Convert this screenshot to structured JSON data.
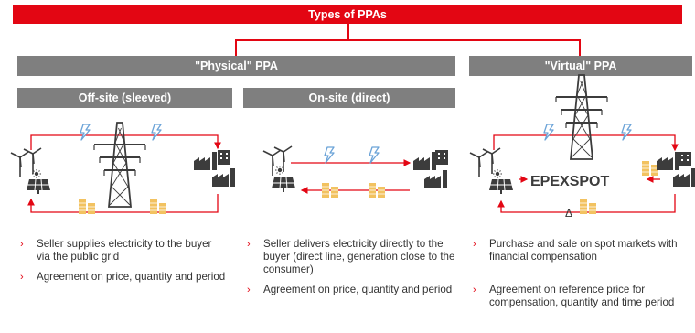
{
  "title": "Types of PPAs",
  "physical": {
    "title": "\"Physical\" PPA",
    "offsite": {
      "title": "Off-site (sleeved)",
      "bullets": [
        "Seller supplies electricity to the buyer via the public grid",
        "Agreement on price, quantity and period"
      ]
    },
    "onsite": {
      "title": "On-site (direct)",
      "bullets": [
        "Seller delivers electricity directly to the buyer (direct line, generation close to the consumer)",
        "Agreement on price, quantity and period"
      ]
    }
  },
  "virtual": {
    "title": "\"Virtual\" PPA",
    "exchange_logo": "EPEXSPOT",
    "delta": "Δ",
    "bullets": [
      "Purchase and sale on spot markets with financial compensation",
      "Agreement on reference price for compensation, quantity and time period"
    ]
  },
  "bullet_marker": "›",
  "colors": {
    "accent": "#e30613",
    "header_grey": "#7f7f7f",
    "icon_blue": "#6ba3d8",
    "coin": "#f2c260",
    "icon_dark": "#3c3c3c"
  }
}
